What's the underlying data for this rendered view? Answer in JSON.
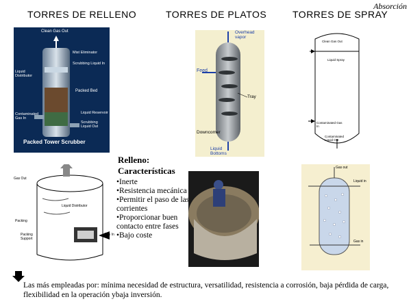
{
  "corner_label": "Absorción",
  "headings": {
    "relleno": "TORRES DE RELLENO",
    "platos": "TORRES DE PLATOS",
    "spray": "TORRES DE SPRAY"
  },
  "packed_panel": {
    "clean_gas_out": "Clean Gas Out",
    "mist_eliminator": "Mist Eliminator",
    "scrubbing_liquid": "Scrubbing Liquid In",
    "liquid_distributor": "Liquid Distributor",
    "packed_bed": "Packed Bed",
    "contaminated_gas": "Contaminated Gas In",
    "liquid_reservoir": "Liquid Reservoir",
    "liquid_out": "Scrubbing Liquid Out",
    "caption": "Packed Tower Scrubber"
  },
  "tray_panel": {
    "overhead_vapor": "Overhead vapor",
    "feed": "Feed",
    "tray": "Tray",
    "downcomer": "Downcomer",
    "liquid_bottoms": "Liquid Bottoms"
  },
  "spray_panel": {
    "clean_gas_out": "Clean Gas Out",
    "liquid_in": "Liquid Spray",
    "contaminated_gas": "Contaminated Gas In",
    "liquid_out": "Contaminated Liquid Out"
  },
  "relleno": {
    "title_line1": "Relleno:",
    "title_line2": "Características",
    "items": [
      "•Inerte",
      "•Resistencia mecánica",
      "•Permitir el paso de las corrientes",
      "•Proporcionar buen contacto entre fases",
      "•Bajo coste"
    ]
  },
  "sketch_panel": {
    "gas_out": "Gas Out",
    "packing": "Packing",
    "liquid_distributor": "Liquid Distributor",
    "gas_in": "Gas In",
    "support": "Packing Support"
  },
  "spray2_panel": {
    "gas_out": "Gas out",
    "liquid_in": "Liquid in",
    "gas_in": "Gas in"
  },
  "bottom_text": "Las más empleadas por: mínima necesidad de estructura, versatilidad, resistencia a corrosión, baja pérdida de carga, flexibilidad en la operación ybaja inversión."
}
